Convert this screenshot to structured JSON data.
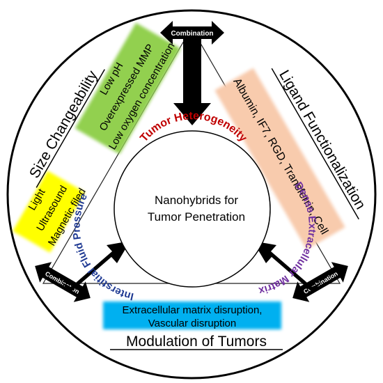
{
  "center": {
    "line1": "Nanohybrids for",
    "line2": "Tumor Penetration"
  },
  "inner_ring": {
    "top": "Tumor Heterogeneity",
    "right": "Dense Extracellular Matrix",
    "left": "Interstitial Fluid Pressure"
  },
  "outer": {
    "left_title": "Size Changeability",
    "right_title": "Ligand Functionalization",
    "bottom_title": "Modulation of Tumors"
  },
  "boxes": {
    "green": [
      "Low pH",
      "Overexpressed MMP",
      "Low oxygen concentration"
    ],
    "yellow": [
      "Light",
      "Ultrasound",
      "Magnetic filed"
    ],
    "orange": [
      "Albumin, IF7, RGD, Transferrin, Cell"
    ],
    "blue": [
      "Extracellular matrix disruption,",
      "Vascular disruption"
    ]
  },
  "arrows": {
    "top": "Combination",
    "left": "Combination",
    "right": "Combination"
  },
  "colors": {
    "red_text": "#c00000",
    "purple_text": "#7030a0",
    "navy_text": "#1f3a93",
    "green_box": "#92d050",
    "yellow_box": "#ffff00",
    "orange_box": "#f8cbad",
    "blue_box": "#00b0f0"
  }
}
